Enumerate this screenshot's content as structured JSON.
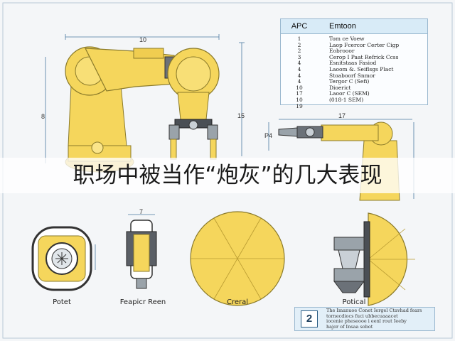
{
  "dimensions": {
    "top_width": "10",
    "left_height": "8",
    "right_height": "15",
    "side_width": "17",
    "side_height": "P4",
    "top_view_width": "7"
  },
  "table": {
    "col1_header": "APC",
    "col2_header": "Emtoon",
    "numbers": [
      "1",
      "2",
      "2",
      "3",
      "4",
      "4",
      "4",
      "4",
      "10",
      "17",
      "10",
      "19"
    ],
    "items": [
      "Tom ce Voew",
      "Laop Fcercor Certer Cigp",
      "Eobrooor",
      "Cerop I Paat Refrick Ccss",
      "Esnitstaas Fasiod",
      "Laoom &. Seiflsgs Plact",
      "Stoaboorf Snmor",
      "Tergor C (Sefi)",
      "Dioerict",
      "Laoor C (SEM)",
      "(018-1 SEM)"
    ]
  },
  "view_labels": {
    "front": "Potet",
    "top": "Feapicr Reen",
    "round": "Creral",
    "section": "Potical"
  },
  "headline": "职场中被当作“炮灰”的几大表现",
  "note": {
    "number": "2",
    "lines": [
      "The Imanuoe Conet  Iergel Ctavhad fears",
      "tornecdiocs fuci ubbecuaaacet",
      "iocenie pheseooe i eenl  rout Ieeby",
      "hajor of Insaa sobot"
    ]
  },
  "colors": {
    "arm_yellow": "#f5d65c",
    "arm_outline": "#8a7a2a",
    "steel": "#9aa3aa",
    "dark": "#4a4f55",
    "line_blue": "#4a78a0"
  }
}
